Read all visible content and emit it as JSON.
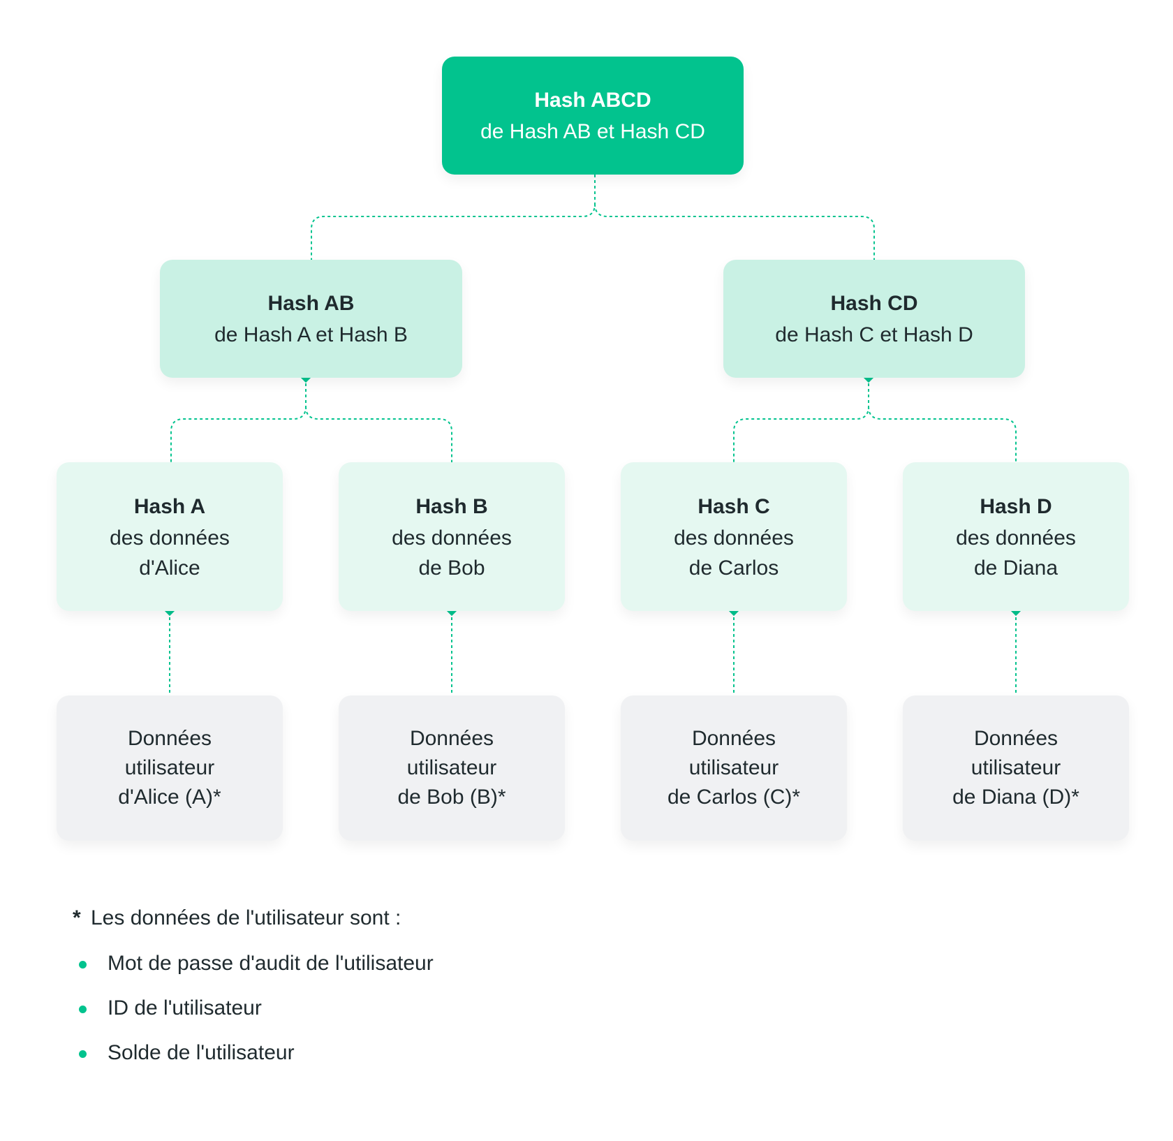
{
  "colors": {
    "accent": "#02c38e",
    "mid_node": "#c9f1e4",
    "leaf_node": "#e5f8f1",
    "data_node": "#f0f1f3",
    "connector": "#02c38e"
  },
  "tree": {
    "root": {
      "title": "Hash ABCD",
      "subtitle": "de Hash AB et Hash CD"
    },
    "ab": {
      "title": "Hash AB",
      "subtitle": "de Hash A et Hash B"
    },
    "cd": {
      "title": "Hash CD",
      "subtitle": "de Hash C et Hash D"
    },
    "a": {
      "title": "Hash A",
      "subtitle": "des données\nd'Alice"
    },
    "b": {
      "title": "Hash B",
      "subtitle": "des données\nde Bob"
    },
    "c": {
      "title": "Hash C",
      "subtitle": "des données\nde Carlos"
    },
    "d": {
      "title": "Hash D",
      "subtitle": "des données\nde Diana"
    },
    "data_a": "Données\nutilisateur\nd'Alice (A)*",
    "data_b": "Données\nutilisateur\nde Bob (B)*",
    "data_c": "Données\nutilisateur\nde Carlos (C)*",
    "data_d": "Données\nutilisateur\nde Diana (D)*"
  },
  "legend": {
    "marker": "*",
    "intro": "Les données de l'utilisateur sont :",
    "items": [
      "Mot de passe d'audit de l'utilisateur",
      "ID de l'utilisateur",
      "Solde de l'utilisateur"
    ]
  }
}
